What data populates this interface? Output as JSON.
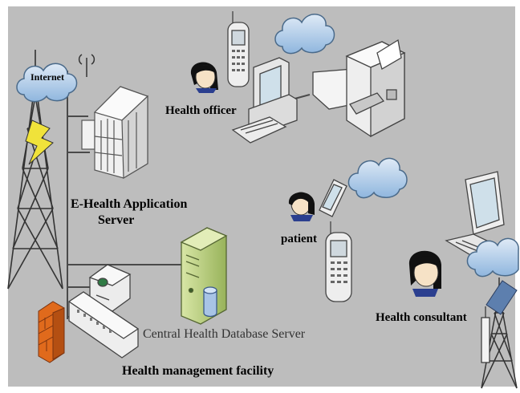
{
  "labels": {
    "internet": "Internet",
    "health_officer": "Health officer",
    "ehealth_server_line1": "E-Health Application",
    "ehealth_server_line2": "Server",
    "patient": "patient",
    "central_db": "Central Health Database Server",
    "health_consultant": "Health consultant",
    "management": "Health management facility"
  },
  "colors": {
    "panel": "#bdbdbd",
    "cloud": "#a9c8e8",
    "firewall": "#e06a1c",
    "bolt": "#f0e23a",
    "db_server": "#b9cf7a",
    "device": "#eeeeee",
    "hair": "#111111",
    "face": "#f6e2c6"
  }
}
